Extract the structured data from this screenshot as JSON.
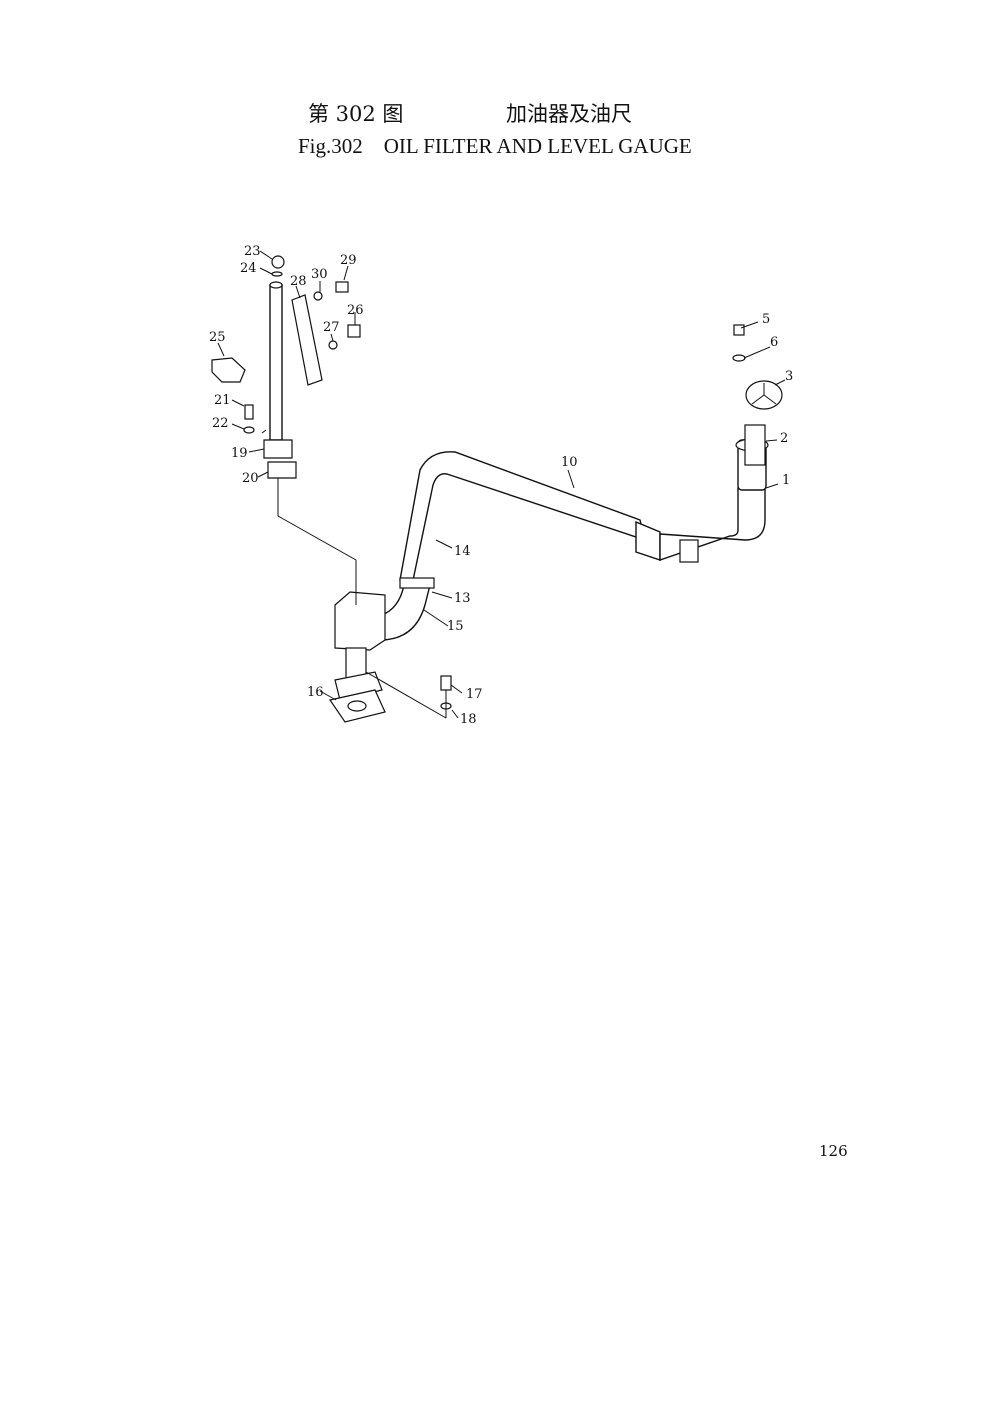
{
  "header": {
    "fig_cn": "第 302 图",
    "name_cn": "加油器及油尺",
    "fig_en": "Fig.302    OIL FILTER AND LEVEL GAUGE"
  },
  "callouts": [
    "1",
    "2",
    "3",
    "5",
    "6",
    "10",
    "13",
    "14",
    "15",
    "16",
    "17",
    "18",
    "19",
    "20",
    "21",
    "22",
    "23",
    "24",
    "25",
    "26",
    "27",
    "28",
    "29",
    "30"
  ],
  "page_number": "126"
}
